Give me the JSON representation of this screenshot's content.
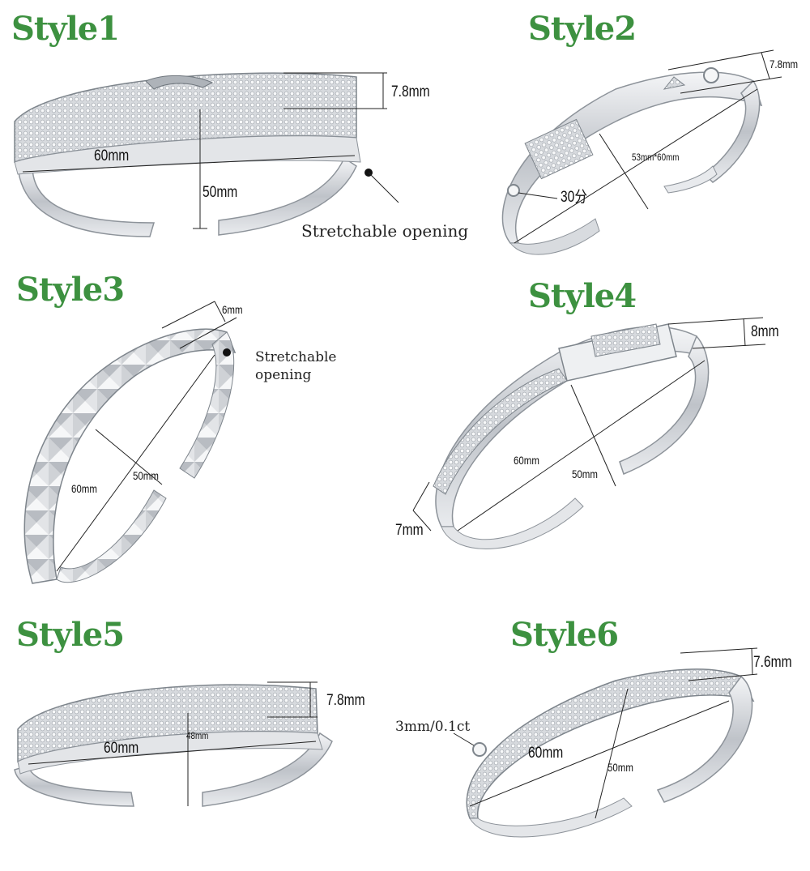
{
  "styles": [
    {
      "title": "Style1",
      "width": "7.8mm",
      "diameter": "60mm",
      "height": "50mm",
      "note": "Stretchable opening"
    },
    {
      "title": "Style2",
      "width": "7.8mm",
      "size": "53mm*60mm",
      "stone": "30分"
    },
    {
      "title": "Style3",
      "width": "6mm",
      "diameter": "60mm",
      "height": "50mm",
      "note": "Stretchable opening"
    },
    {
      "title": "Style4",
      "width_top": "8mm",
      "diameter": "60mm",
      "height": "50mm",
      "width_side": "7mm"
    },
    {
      "title": "Style5",
      "width": "7.8mm",
      "diameter": "60mm",
      "height": "48mm"
    },
    {
      "title": "Style6",
      "width": "7.6mm",
      "stone": "3mm/0.1ct",
      "diameter": "60mm",
      "height": "50mm"
    }
  ],
  "colors": {
    "title_green": "#3d9140",
    "silver": "#c9ccd1",
    "pave": "#e4e6ea"
  }
}
